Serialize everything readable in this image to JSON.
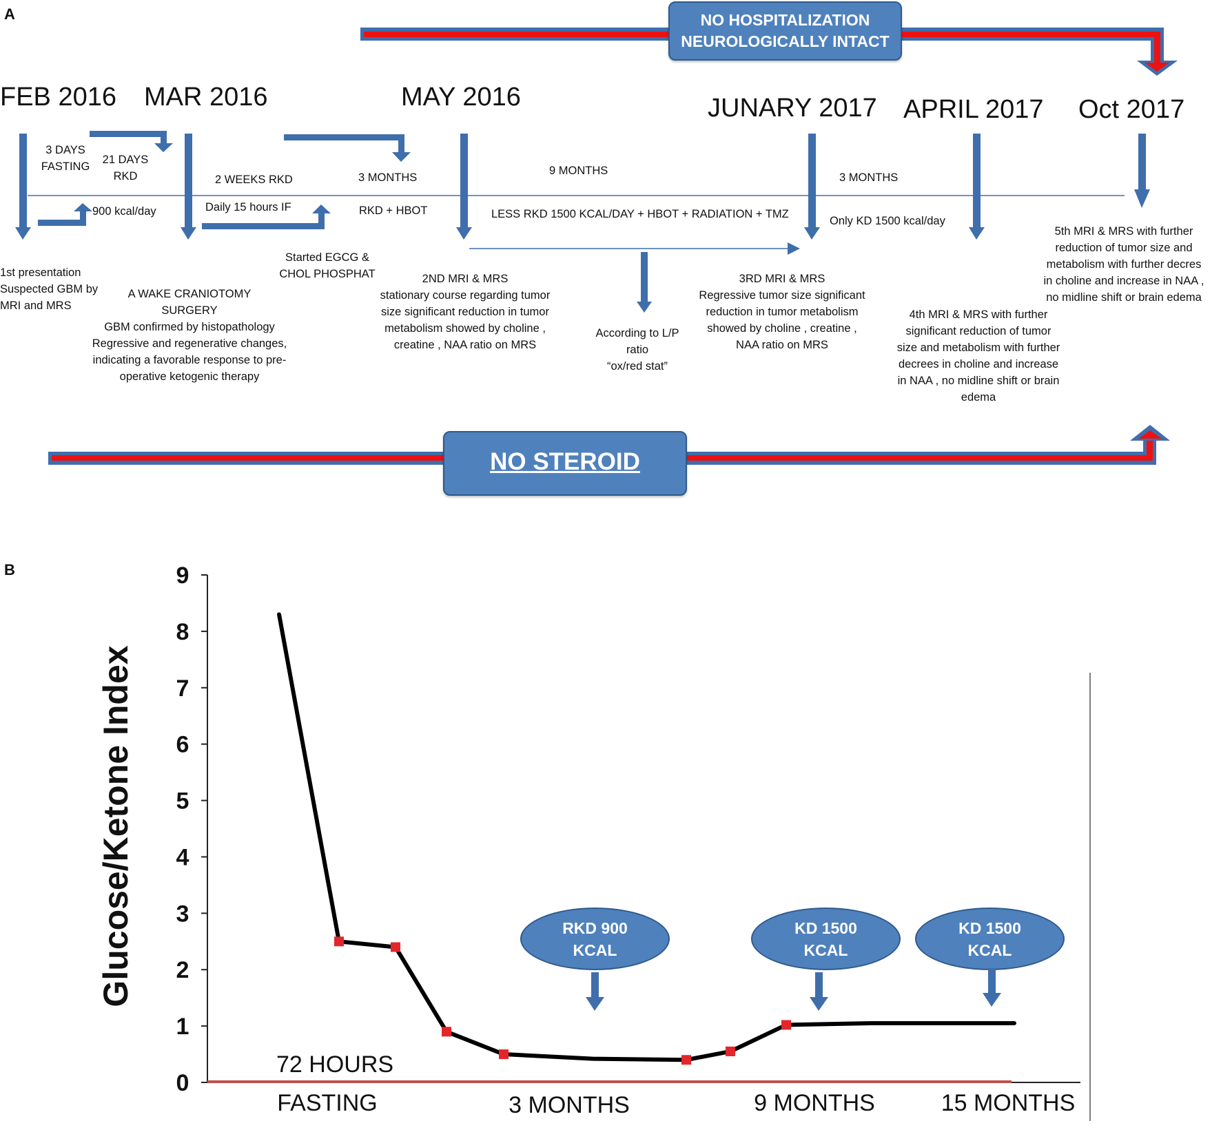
{
  "panel_a": {
    "label": "A",
    "top_banner": [
      "NO HOSPITALIZATION",
      "NEUROLOGICALLY INTACT"
    ],
    "bottom_banner": "NO STEROID",
    "dates": [
      "FEB 2016",
      "MAR 2016",
      "MAY 2016",
      "JUNARY 2017",
      "APRIL 2017",
      "Oct 2017"
    ],
    "intervals": {
      "fasting": [
        "3 DAYS",
        "FASTING"
      ],
      "rkd21": [
        "21 DAYS",
        "RKD"
      ],
      "kcal900": "900 kcal/day",
      "rkd2w": "2 WEEKS RKD",
      "if15": "Daily 15 hours IF",
      "m3a": "3 MONTHS",
      "rkd_hbot": "RKD + HBOT",
      "m9": "9 MONTHS",
      "less_rkd": "LESS RKD 1500 KCAL/DAY + HBOT + RADIATION + TMZ",
      "m3b": "3 MONTHS",
      "only_kd": "Only KD 1500 kcal/day"
    },
    "notes": {
      "first_presentation": {
        "sup": "st",
        "lines": [
          "1st presentation",
          "Suspected GBM by",
          "MRI and MRS"
        ]
      },
      "craniotomy": [
        "A WAKE CRANIOTOMY",
        "SURGERY",
        "GBM confirmed by histopathology",
        "Regressive and regenerative changes,",
        "indicating a favorable response to pre-",
        "operative ketogenic therapy"
      ],
      "egcg": [
        "Started EGCG &",
        "CHOL PHOSPHAT"
      ],
      "mri2": {
        "sup": "ND",
        "lines": [
          "2ND MRI & MRS",
          "stationary course regarding tumor",
          "size significant reduction in tumor",
          "metabolism showed by choline ,",
          "creatine , NAA  ratio on MRS"
        ]
      },
      "lp": [
        "According to L/P",
        "ratio",
        "“ox/red stat”"
      ],
      "mri3": {
        "sup": "RD",
        "lines": [
          "3RD MRI & MRS",
          "Regressive tumor size significant",
          "reduction in tumor metabolism",
          "showed by choline , creatine ,",
          "NAA ratio on MRS"
        ]
      },
      "mri4": {
        "sup": "th",
        "lines": [
          "4th MRI & MRS with further",
          "significant reduction of tumor",
          "size and metabolism with further",
          "decrees in choline and increase",
          "in NAA , no midline shift or brain",
          "edema"
        ]
      },
      "mri5": {
        "sup": "th",
        "lines": [
          "5th MRI & MRS with further",
          "reduction of tumor size and",
          "metabolism with further decres",
          "in choline and increase in NAA ,",
          "no midline shift or brain edema"
        ]
      }
    },
    "colors": {
      "arrow_blue": "#3f6eac",
      "banner_red": "#ee1111",
      "box_blue": "#4f81bd"
    }
  },
  "panel_b": {
    "label": "B",
    "ovals": [
      [
        "RKD 900",
        "KCAL"
      ],
      [
        "KD 1500",
        "KCAL"
      ],
      [
        "KD 1500",
        "KCAL"
      ]
    ],
    "x_annotation": "72 HOURS"
  },
  "chart_data": {
    "type": "line",
    "ylabel": "Glucose/Ketone Index",
    "ylim": [
      0,
      9
    ],
    "yticks": [
      "0",
      "1",
      "2",
      "3",
      "4",
      "5",
      "6",
      "7",
      "8",
      "9"
    ],
    "xticks": [
      "FASTING",
      "3 MONTHS",
      "9 MONTHS",
      "15 MONTHS"
    ],
    "series": [
      {
        "values": [
          8.3,
          2.5,
          2.4,
          0.9,
          0.5,
          0.42,
          0.4,
          0.55,
          1.02,
          1.05,
          1.05
        ],
        "markers": [
          false,
          true,
          true,
          true,
          true,
          false,
          true,
          true,
          true,
          false,
          false
        ]
      }
    ],
    "line_color": "#000000",
    "marker_color": "#e2262b",
    "baseline_color": "#c0504d"
  }
}
